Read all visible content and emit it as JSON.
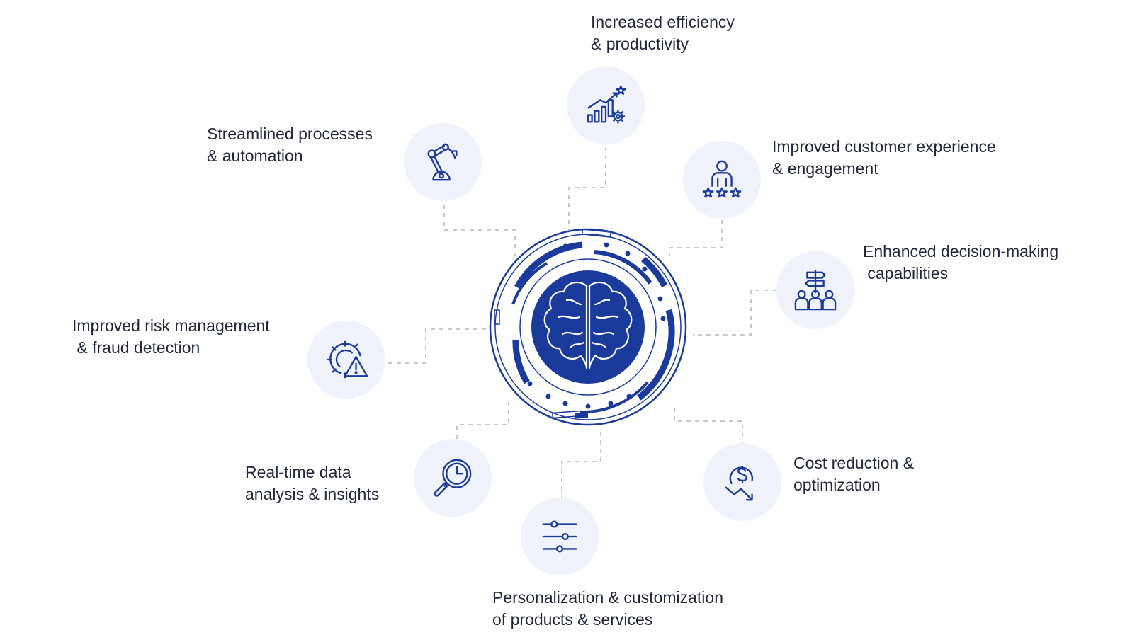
{
  "diagram": {
    "benefits": [
      {
        "id": "efficiency",
        "icon": "growth-chart-gear-icon",
        "label": "Increased efficiency\n& productivity"
      },
      {
        "id": "automation",
        "icon": "robotic-arm-icon",
        "label": "Streamlined processes\n& automation"
      },
      {
        "id": "customer",
        "icon": "customer-rating-stars-icon",
        "label": "Improved customer experience\n& engagement"
      },
      {
        "id": "decision",
        "icon": "signpost-team-icon",
        "label": "Enhanced decision-making\n capabilities"
      },
      {
        "id": "risk",
        "icon": "gear-warning-icon",
        "label": "Improved risk management\n & fraud detection"
      },
      {
        "id": "realtime",
        "icon": "magnifier-clock-icon",
        "label": "Real-time data\nanalysis & insights"
      },
      {
        "id": "cost",
        "icon": "dollar-down-trend-icon",
        "label": "Cost reduction &\noptimization"
      },
      {
        "id": "personal",
        "icon": "sliders-icon",
        "label": "Personalization & customization\nof products & services"
      }
    ],
    "hub": {
      "icon": "brain-icon"
    },
    "colors": {
      "primary": "#1a3a9c",
      "node_bg": "#f1f3fc",
      "connector": "#c6c9d2",
      "text": "#22283a"
    }
  }
}
